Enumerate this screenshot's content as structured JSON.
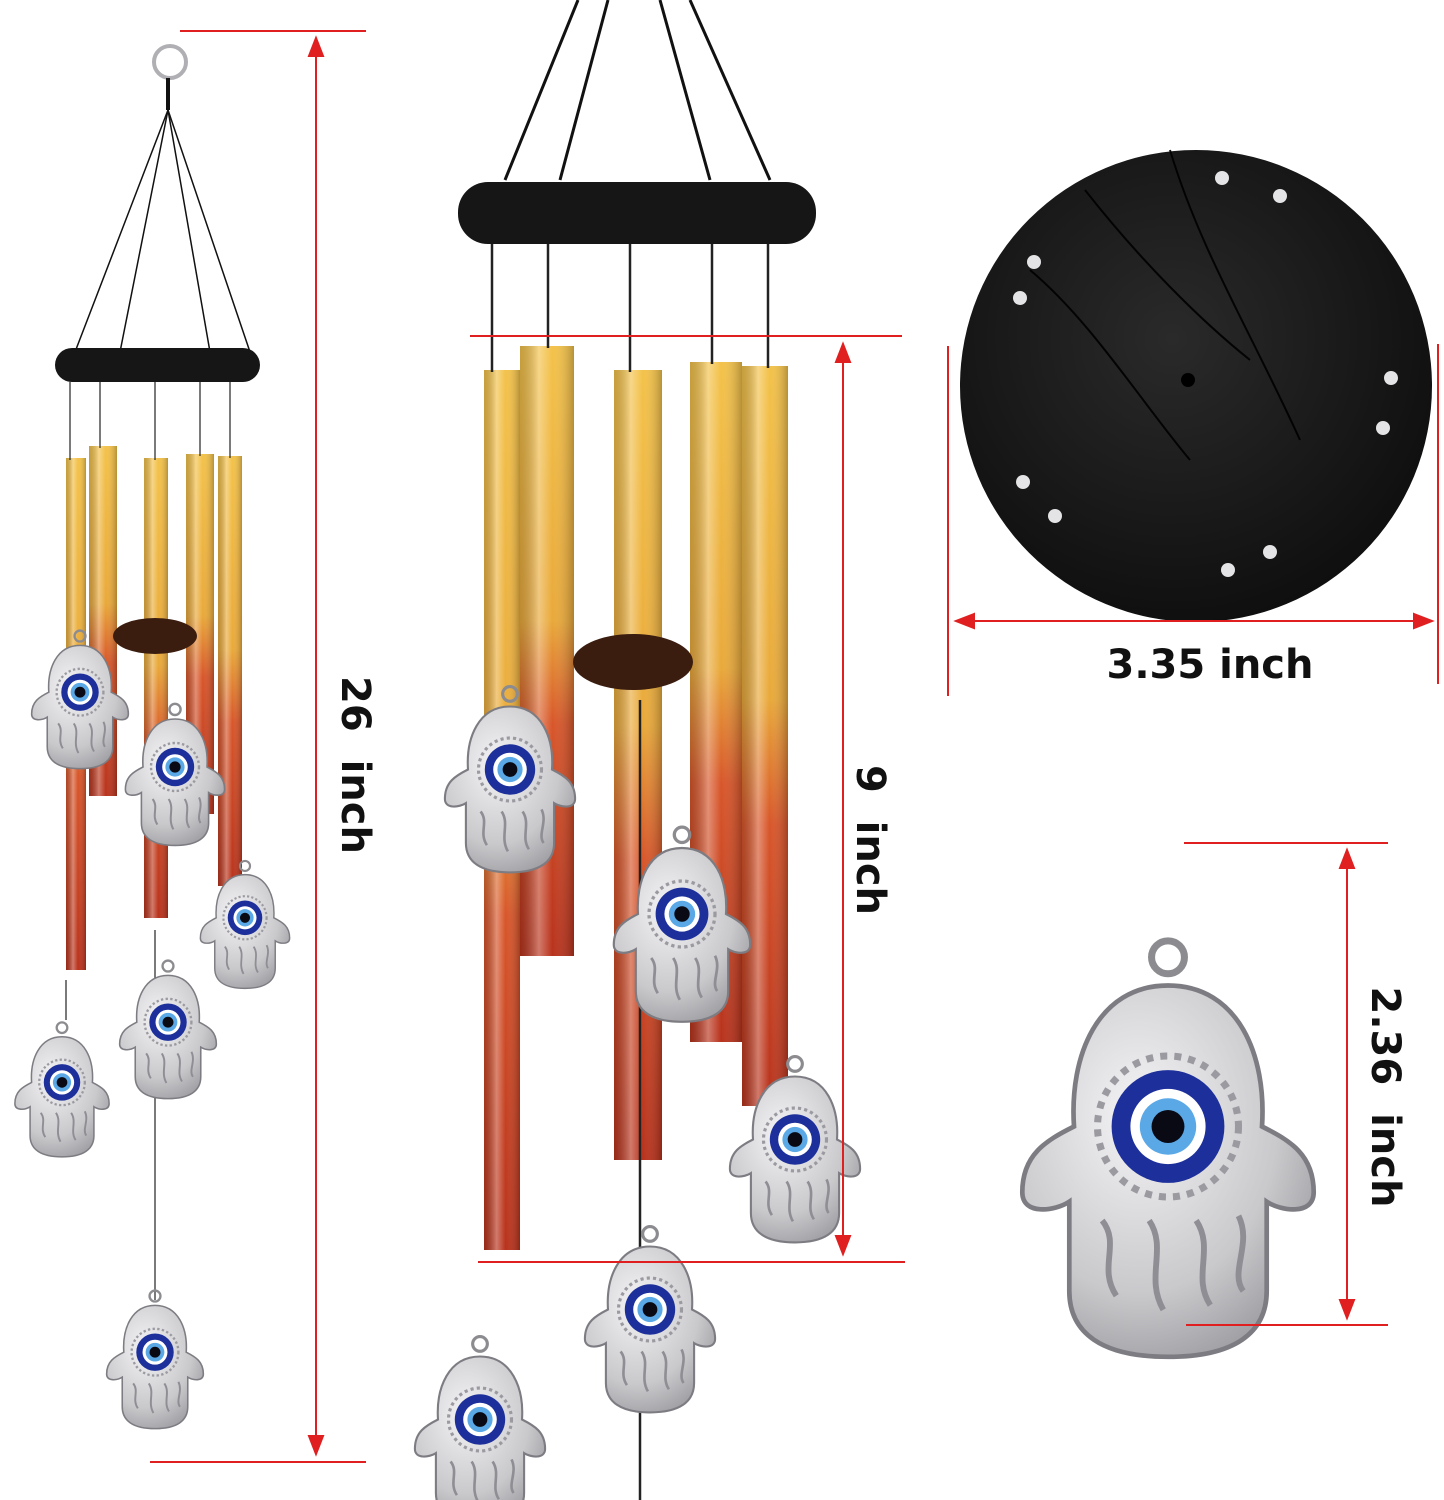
{
  "dimensions": {
    "total_length": "26  inch",
    "tube_length": "9  inch",
    "plate_diameter": "3.35 inch",
    "charm_height": "2.36  inch"
  },
  "colors": {
    "dimension_line": "#e02020",
    "ring_wood": "#161616",
    "tube_gold": "#e8b43a",
    "tube_red": "#c0391b",
    "charm_silver": "#c9c9cc",
    "eye_blue": "#1d2f9a",
    "eye_light": "#5aa8e6"
  }
}
